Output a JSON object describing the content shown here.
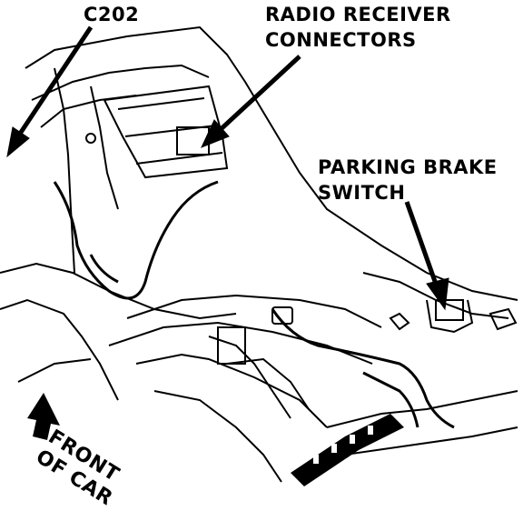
{
  "labels": {
    "c202": "C202",
    "radio_receiver": [
      "RADIO RECEIVER",
      "CONNECTORS"
    ],
    "parking_brake": [
      "PARKING BRAKE",
      "SWITCH"
    ],
    "front_of_car": [
      "FRONT",
      "OF CAR"
    ]
  },
  "colors": {
    "ink": "#000000",
    "paper": "#ffffff"
  }
}
